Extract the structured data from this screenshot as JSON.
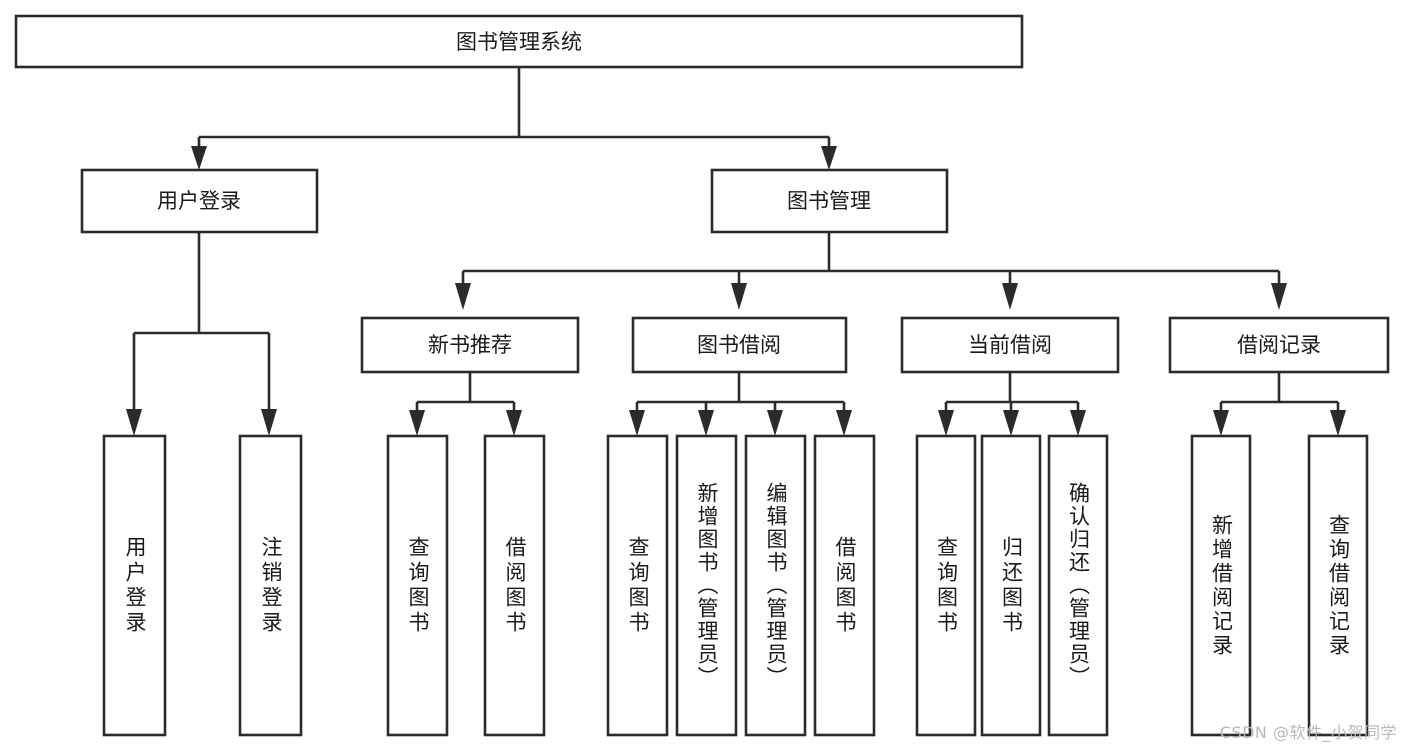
{
  "diagram": {
    "type": "tree-hierarchy",
    "title": "图书管理系统",
    "root": {
      "label": "图书管理系统",
      "children": [
        {
          "label": "用户登录",
          "children": [
            {
              "label": "用户登录"
            },
            {
              "label": "注销登录"
            }
          ]
        },
        {
          "label": "图书管理",
          "children": [
            {
              "label": "新书推荐",
              "children": [
                {
                  "label": "查询图书"
                },
                {
                  "label": "借阅图书"
                }
              ]
            },
            {
              "label": "图书借阅",
              "children": [
                {
                  "label": "查询图书"
                },
                {
                  "label": "新增图书（管理员）"
                },
                {
                  "label": "编辑图书（管理员）"
                },
                {
                  "label": "借阅图书"
                }
              ]
            },
            {
              "label": "当前借阅",
              "children": [
                {
                  "label": "查询图书"
                },
                {
                  "label": "归还图书"
                },
                {
                  "label": "确认归还（管理员）"
                }
              ]
            },
            {
              "label": "借阅记录",
              "children": [
                {
                  "label": "新增借阅记录"
                },
                {
                  "label": "查询借阅记录"
                }
              ]
            }
          ]
        }
      ]
    }
  },
  "nodes": {
    "root_title": "图书管理系统",
    "l1_user_login": "用户登录",
    "l1_book_mgmt": "图书管理",
    "l2_new_book_rec": "新书推荐",
    "l2_book_borrow": "图书借阅",
    "l2_current_borrow": "当前借阅",
    "l2_borrow_record": "借阅记录",
    "leaf_user_login": "用户登录",
    "leaf_logout": "注销登录",
    "leaf_rec_query_book": "查询图书",
    "leaf_rec_borrow_book": "借阅图书",
    "leaf_bb_query_book": "查询图书",
    "leaf_bb_add_book": "新增图书（管理员）",
    "leaf_bb_edit_book": "编辑图书（管理员）",
    "leaf_bb_borrow_book": "借阅图书",
    "leaf_cb_query_book": "查询图书",
    "leaf_cb_return_book": "归还图书",
    "leaf_cb_confirm_return": "确认归还（管理员）",
    "leaf_br_add_record": "新增借阅记录",
    "leaf_br_query_record": "查询借阅记录"
  },
  "colors": {
    "background": "#ffffff",
    "box_fill": "#ffffff",
    "box_stroke": "#2b2b2b",
    "text": "#1a1a1a",
    "watermark": "#b9b9b9"
  },
  "watermark": {
    "text": "CSDN @软件_小贺同学"
  }
}
